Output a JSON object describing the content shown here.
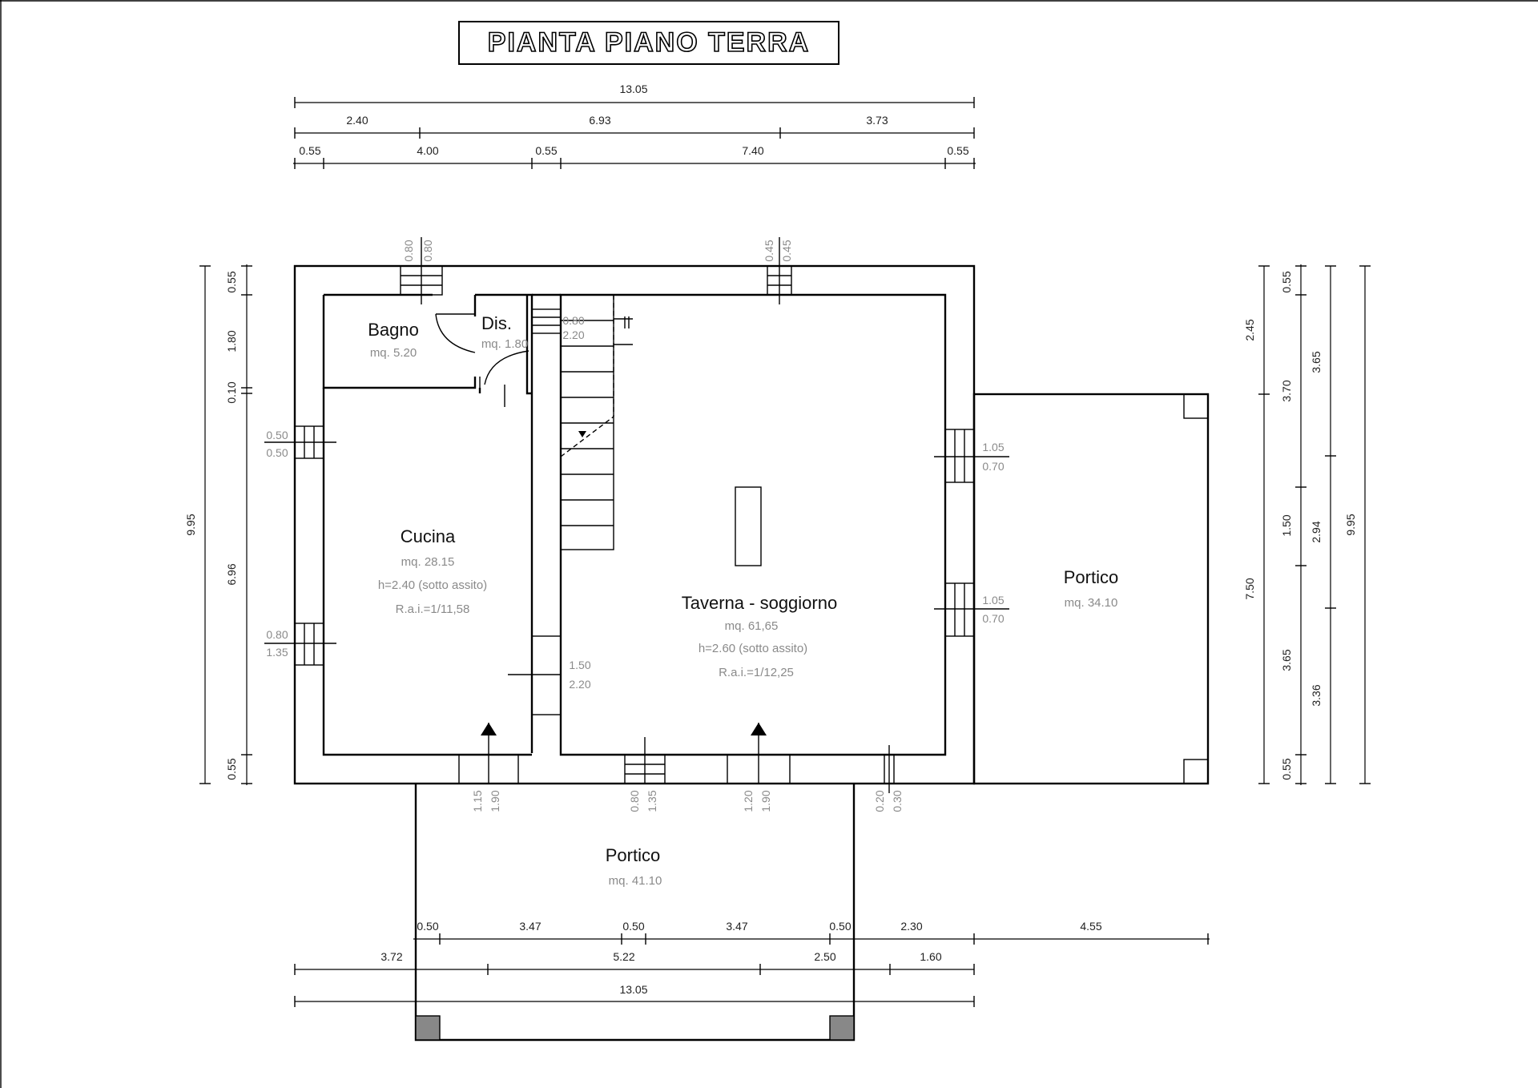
{
  "title": "PIANTA PIANO TERRA",
  "rooms": {
    "bagno": {
      "name": "Bagno",
      "area": "mq. 5.20"
    },
    "dis": {
      "name": "Dis.",
      "area": "mq. 1.80"
    },
    "cucina": {
      "name": "Cucina",
      "area": "mq. 28.15",
      "height": "h=2.40 (sotto assito)",
      "ratio": "R.a.i.=1/11,58"
    },
    "taverna": {
      "name": "Taverna - soggiorno",
      "area": "mq. 61,65",
      "height": "h=2.60 (sotto assito)",
      "ratio": "R.a.i.=1/12,25"
    },
    "portico_right": {
      "name": "Portico",
      "area": "mq. 34.10"
    },
    "portico_bottom": {
      "name": "Portico",
      "area": "mq. 41.10"
    }
  },
  "top_dims": {
    "total": "13.05",
    "row2": [
      "2.40",
      "6.93",
      "3.73"
    ],
    "row3": [
      "0.55",
      "4.00",
      "0.55",
      "7.40",
      "0.55"
    ]
  },
  "left_dims": {
    "total": "9.95",
    "segments": [
      "0.55",
      "1.80",
      "0.10",
      "6.96",
      "0.55"
    ]
  },
  "right_dims": {
    "outer_total": "9.95",
    "porch_col": [
      "2.45",
      "7.50"
    ],
    "col_a": [
      "0.55",
      "3.70",
      "1.50",
      "3.65",
      "0.55"
    ],
    "col_b": [
      "3.65",
      "2.94",
      "3.36"
    ]
  },
  "bottom_dims": {
    "row1": [
      "0.50",
      "3.47",
      "0.50",
      "3.47",
      "0.50",
      "2.30",
      "4.55"
    ],
    "row2": [
      "3.72",
      "5.22",
      "2.50",
      "1.60"
    ],
    "total": "13.05"
  },
  "openings": {
    "top_left_window": [
      "0.80",
      "0.80"
    ],
    "top_right_window": [
      "0.45",
      "0.45"
    ],
    "left_window_upper": [
      "0.50",
      "0.50"
    ],
    "left_window_lower": [
      "0.80",
      "1.35"
    ],
    "stair_window": [
      "0.80",
      "2.20"
    ],
    "inner_door": [
      "1.50",
      "2.20"
    ],
    "right_window_upper": [
      "1.05",
      "0.70"
    ],
    "right_window_lower": [
      "1.05",
      "0.70"
    ],
    "bottom_door_kitchen": [
      "1.15",
      "1.90"
    ],
    "bottom_window": [
      "0.80",
      "1.35"
    ],
    "bottom_door_taverna": [
      "1.20",
      "1.90"
    ],
    "bottom_small_window": [
      "0.20",
      "0.30"
    ]
  }
}
